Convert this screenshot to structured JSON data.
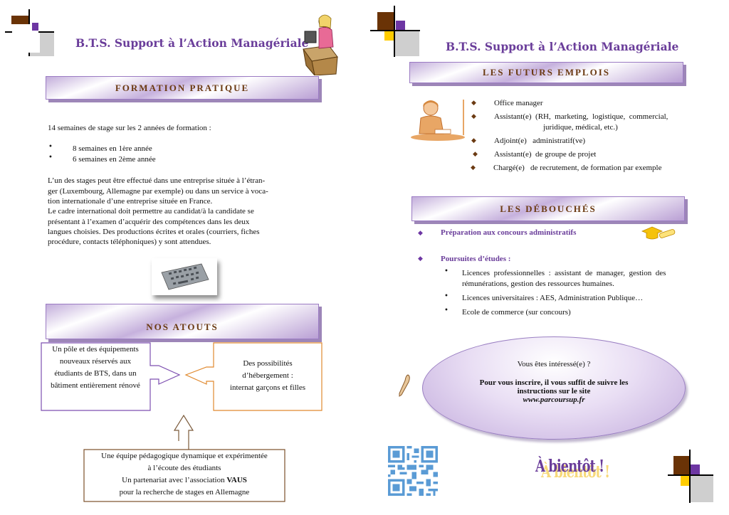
{
  "left_page": {
    "title": "B.T.S. Support à l’Action Managériale",
    "banner_formation": "FORMATION PRATIQUE",
    "intro": "14 semaines de stage sur les 2 années de formation :",
    "stage_bullets": [
      "8 semaines en 1ère année",
      "6 semaines en 2ème année"
    ],
    "paragraph_lines": [
      "L’un des stages peut être effectué dans une entreprise située à l’étran-",
      "ger (Luxembourg, Allemagne par exemple) ou dans un service à voca-",
      "tion internationale d’une entreprise située en France.",
      "Le cadre international doit permettre au candidat/à la candidate se",
      "présentant à l’examen d’acquérir des compétences dans les deux",
      "langues choisies. Des productions écrites et orales (courriers, fiches",
      "procédure, contacts téléphoniques) y sont attendues."
    ],
    "banner_atouts": "NOS ATOUTS",
    "atout_left_lines": [
      "Un pôle et des équipements",
      "nouveaux réservés aux",
      "étudiants de BTS, dans un",
      "bâtiment entièrement rénové"
    ],
    "atout_right_lines": [
      "Des possibilités",
      "d’hébergement :",
      "internat garçons et filles"
    ],
    "atout_bottom": {
      "line1": "Une équipe pédagogique dynamique et expérimentée",
      "line2": "à l’écoute des étudiants",
      "line3_prefix": "Un partenariat avec l’association ",
      "line3_bold": "VAUS",
      "line4": "pour la recherche de stages en Allemagne"
    },
    "icons": {
      "office_clipart": "secretary-at-desk-icon",
      "keyboard": "keyboard-icon"
    }
  },
  "right_page": {
    "title": "B.T.S. Support à l’Action Managériale",
    "banner_emplois": "LES FUTURS EMPLOIS",
    "emplois": [
      "Office manager",
      "Assistant(e)  (RH,  marketing,  logistique,  commercial,",
      "juridique, médical, etc.)",
      "Adjoint(e)   administratif(ve)",
      "Assistant(e)  de groupe de projet",
      "Chargé(e)   de recrutement, de formation par exemple"
    ],
    "banner_debouches": "LES DÉBOUCHÉS",
    "debouche_1": "Préparation aux concours administratifs",
    "debouche_2": "Poursuites d’études :",
    "etudes": [
      "Licences  professionnelles  :  assistant  de  manager,  gestion  des",
      "rémunérations, gestion des ressources humaines.",
      "Licences universitaires : AES, Administration Publique…",
      "Ecole de commerce (sur concours)"
    ],
    "callout": {
      "question": "Vous êtes intéressé(e) ?",
      "line1": "Pour vous inscrire, il vous suffit de suivre les",
      "line2": "instructions sur le site",
      "url": "www.parcoursup.fr"
    },
    "farewell": "À bientôt !",
    "colors": {
      "accent_purple": "#6a3d9a",
      "brown": "#6b3a12",
      "orange": "#e0892e",
      "qr_blue": "#5a9bd5"
    }
  }
}
